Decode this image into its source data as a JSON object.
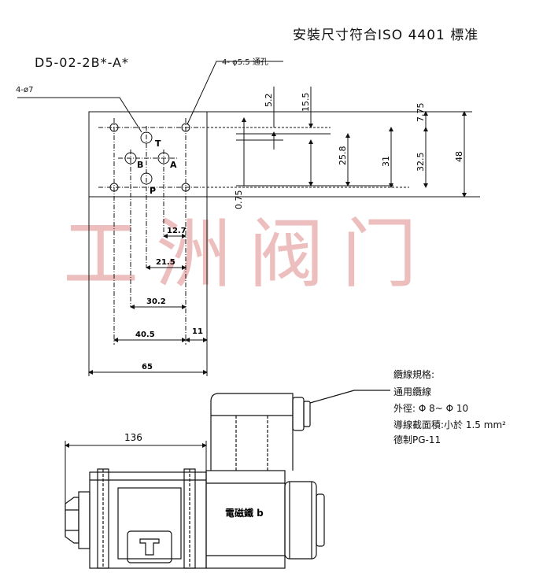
{
  "header": {
    "title": "安裝尺寸符合ISO 4401 標准",
    "model": "D5-02-2B*-A*"
  },
  "callouts": {
    "hole_small": "4-ø7",
    "hole_through": "4- φ5.5 通孔"
  },
  "ports": {
    "T": "T",
    "B": "B",
    "A": "A",
    "P": "P"
  },
  "vertical_dims": {
    "d5_2": "5.2",
    "d15_5": "15.5",
    "d25_8": "25.8",
    "d31": "31",
    "d32_5": "32.5",
    "d7_75": "7.75",
    "d48": "48",
    "d0_75": "0.75"
  },
  "horizontal_dims": {
    "d12_7": "12.7",
    "d21_5": "21.5",
    "d30_2": "30.2",
    "d40_5": "40.5",
    "d11": "11",
    "d65": "65",
    "d136": "136"
  },
  "cable_spec": {
    "line1": "纜線規格:",
    "line2": "通用纜線",
    "line3": "外徑: Φ 8~ Φ 10",
    "line4": "導線截面積:小於 1.5 mm²",
    "line5": "德制PG-11"
  },
  "solenoid_label": "電磁鐵 b",
  "watermark": "工洲阀门"
}
